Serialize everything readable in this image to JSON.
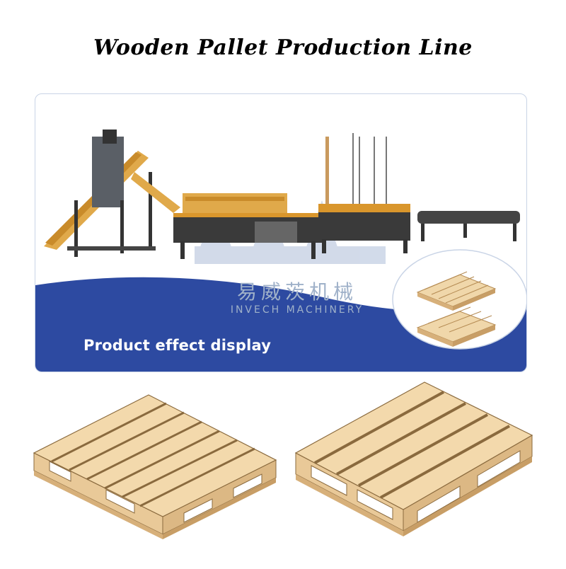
{
  "title": "Wooden Pallet Production Line",
  "panel": {
    "caption": "Product effect display",
    "brand_cn": "易威茨机械",
    "brand_en": "INVECH MACHINERY",
    "colors": {
      "band": "#2d4aa1",
      "wood": "#e8cc9a",
      "machine_orange": "#d9962c",
      "frame": "#3a3a3a"
    }
  },
  "icons": [
    "wooden-pallet-illustration",
    "production-machine-illustration"
  ]
}
